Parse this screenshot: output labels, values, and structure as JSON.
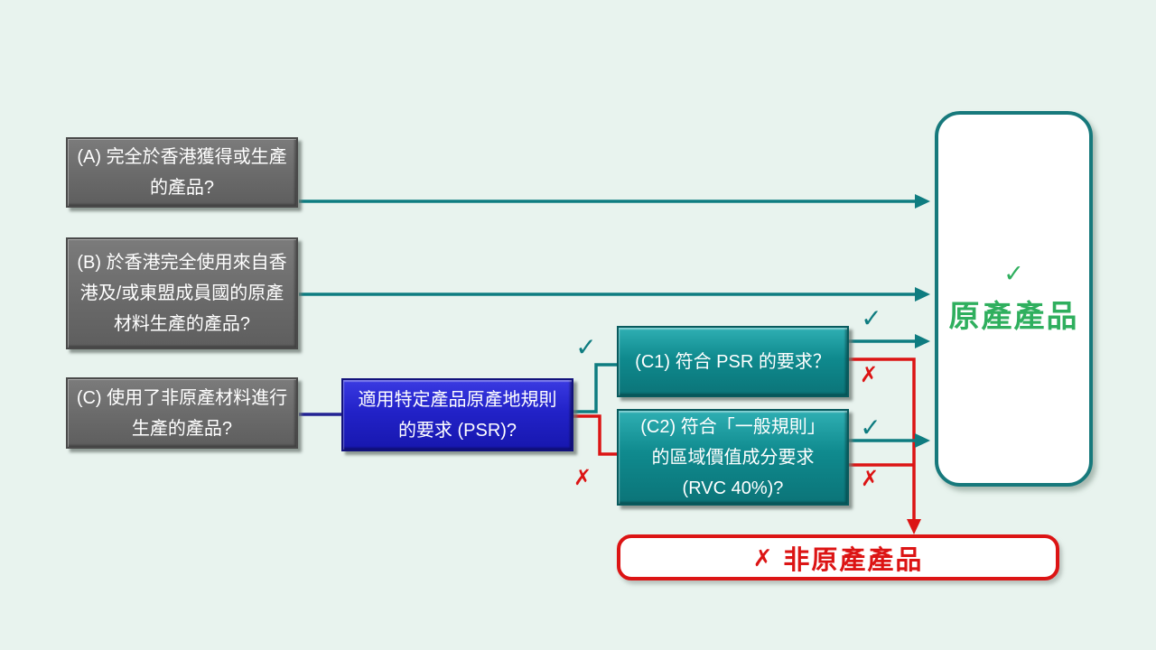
{
  "diagram": {
    "colors": {
      "background": "#E8F3EE",
      "teal": "#0E7C80",
      "teal_border": "#17797C",
      "red": "#DC1414",
      "navy": "#232394",
      "green": "#2FAF5E",
      "gray_box": "#6A6A6A",
      "blue_box": "#2222C8",
      "teal_box": "#0F8A8E"
    },
    "marks": {
      "check": "✓",
      "cross": "✗"
    },
    "nodes": {
      "a": {
        "label": "(A) 完全於香港獲得或生產\n的產品?"
      },
      "b": {
        "label": "(B) 於香港完全使用來自香\n港及/或東盟成員國的原產\n材料生產的產品?"
      },
      "c": {
        "label": "(C) 使用了非原產材料進行\n生產的產品?"
      },
      "psr": {
        "label": "適用特定產品原產地規則\n的要求 (PSR)?"
      },
      "c1": {
        "label": "(C1) 符合 PSR 的要求？"
      },
      "c2": {
        "label": "(C2) 符合「一般規則」\n的區域價值成分要求\n(RVC 40%)?"
      },
      "originating": {
        "label": "原產產品"
      },
      "non_originating": {
        "label": "非原產產品"
      }
    }
  }
}
